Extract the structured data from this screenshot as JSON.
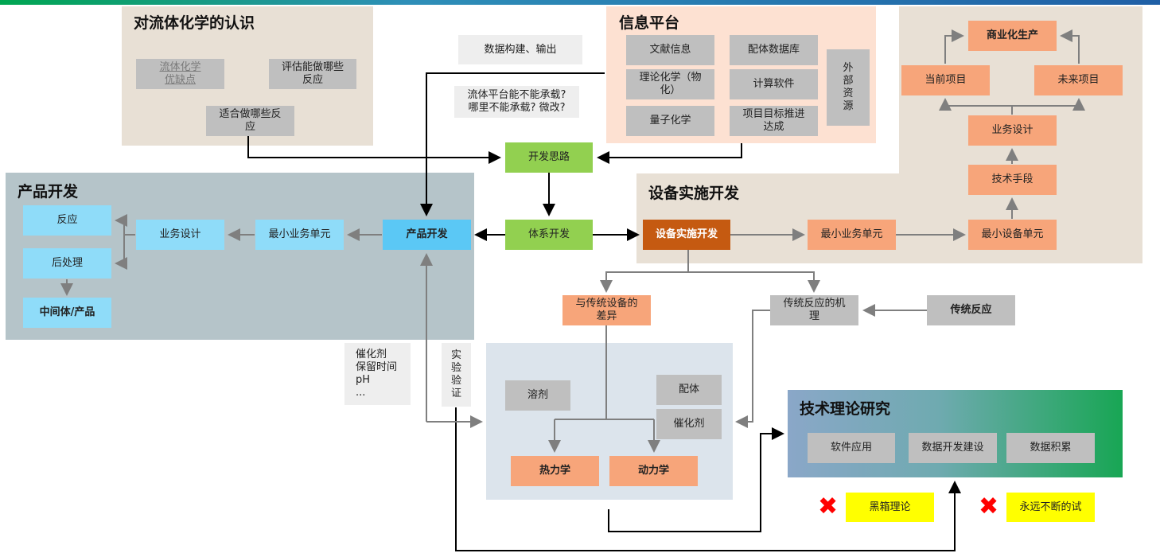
{
  "understanding": {
    "title": "对流体化学的认识",
    "pros_cons": "流体化学\n优缺点",
    "evaluate": "评估能做哪些\n反应",
    "suitable": "适合做哪些反\n应"
  },
  "data_build": "数据构建、输出",
  "platform_question": "流体平台能不能承载?\n哪里不能承载? 微改?",
  "info_platform": {
    "title": "信息平台",
    "literature": "文献信息",
    "ligand_db": "配体数据库",
    "theory_chem": "理论化学（物\n化）",
    "calc_software": "计算软件",
    "quantum_chem": "量子化学",
    "project_goal": "项目目标推进\n达成",
    "external": "外\n部\n资\n源"
  },
  "commercial": {
    "production": "商业化生产",
    "current_project": "当前项目",
    "future_project": "未来项目",
    "business_design": "业务设计",
    "tech_means": "技术手段"
  },
  "dev_idea": "开发思路",
  "system_dev": "体系开发",
  "product_dev": {
    "title": "产品开发",
    "reaction": "反应",
    "business_design": "业务设计",
    "min_business_unit": "最小业务单元",
    "product_dev_node": "产品开发",
    "post_process": "后处理",
    "intermediate": "中间体/产品"
  },
  "equipment_dev": {
    "title": "设备实施开发",
    "node": "设备实施开发",
    "min_business_unit": "最小业务单元",
    "min_equipment_unit": "最小设备单元"
  },
  "diff_traditional": "与传统设备的\n差异",
  "traditional_mechanism": "传统反应的机\n理",
  "traditional_reaction": "传统反应",
  "params": "催化剂\n保留时间\npH\n...",
  "experiment_verify": "实\n验\n验\n证",
  "lab": {
    "solvent": "溶剂",
    "ligand": "配体",
    "catalyst": "催化剂",
    "thermo": "热力学",
    "kinetics": "动力学"
  },
  "tech_research": {
    "title": "技术理论研究",
    "software_app": "软件应用",
    "data_dev": "数据开发建设",
    "data_accum": "数据积累"
  },
  "black_box": "黑箱理论",
  "endless_trial": "永远不断的试",
  "colors": {
    "orange": "#f7a57a",
    "dark_orange": "#c55a11",
    "light_blue": "#8fdcf9",
    "mid_blue": "#5bc8f5",
    "green": "#92d050",
    "gray": "#bfbfbf",
    "yellow": "#ffff00",
    "red_x": "#ff0000"
  },
  "icons": {
    "cross_1": "red-cross-icon",
    "cross_2": "red-cross-icon"
  }
}
